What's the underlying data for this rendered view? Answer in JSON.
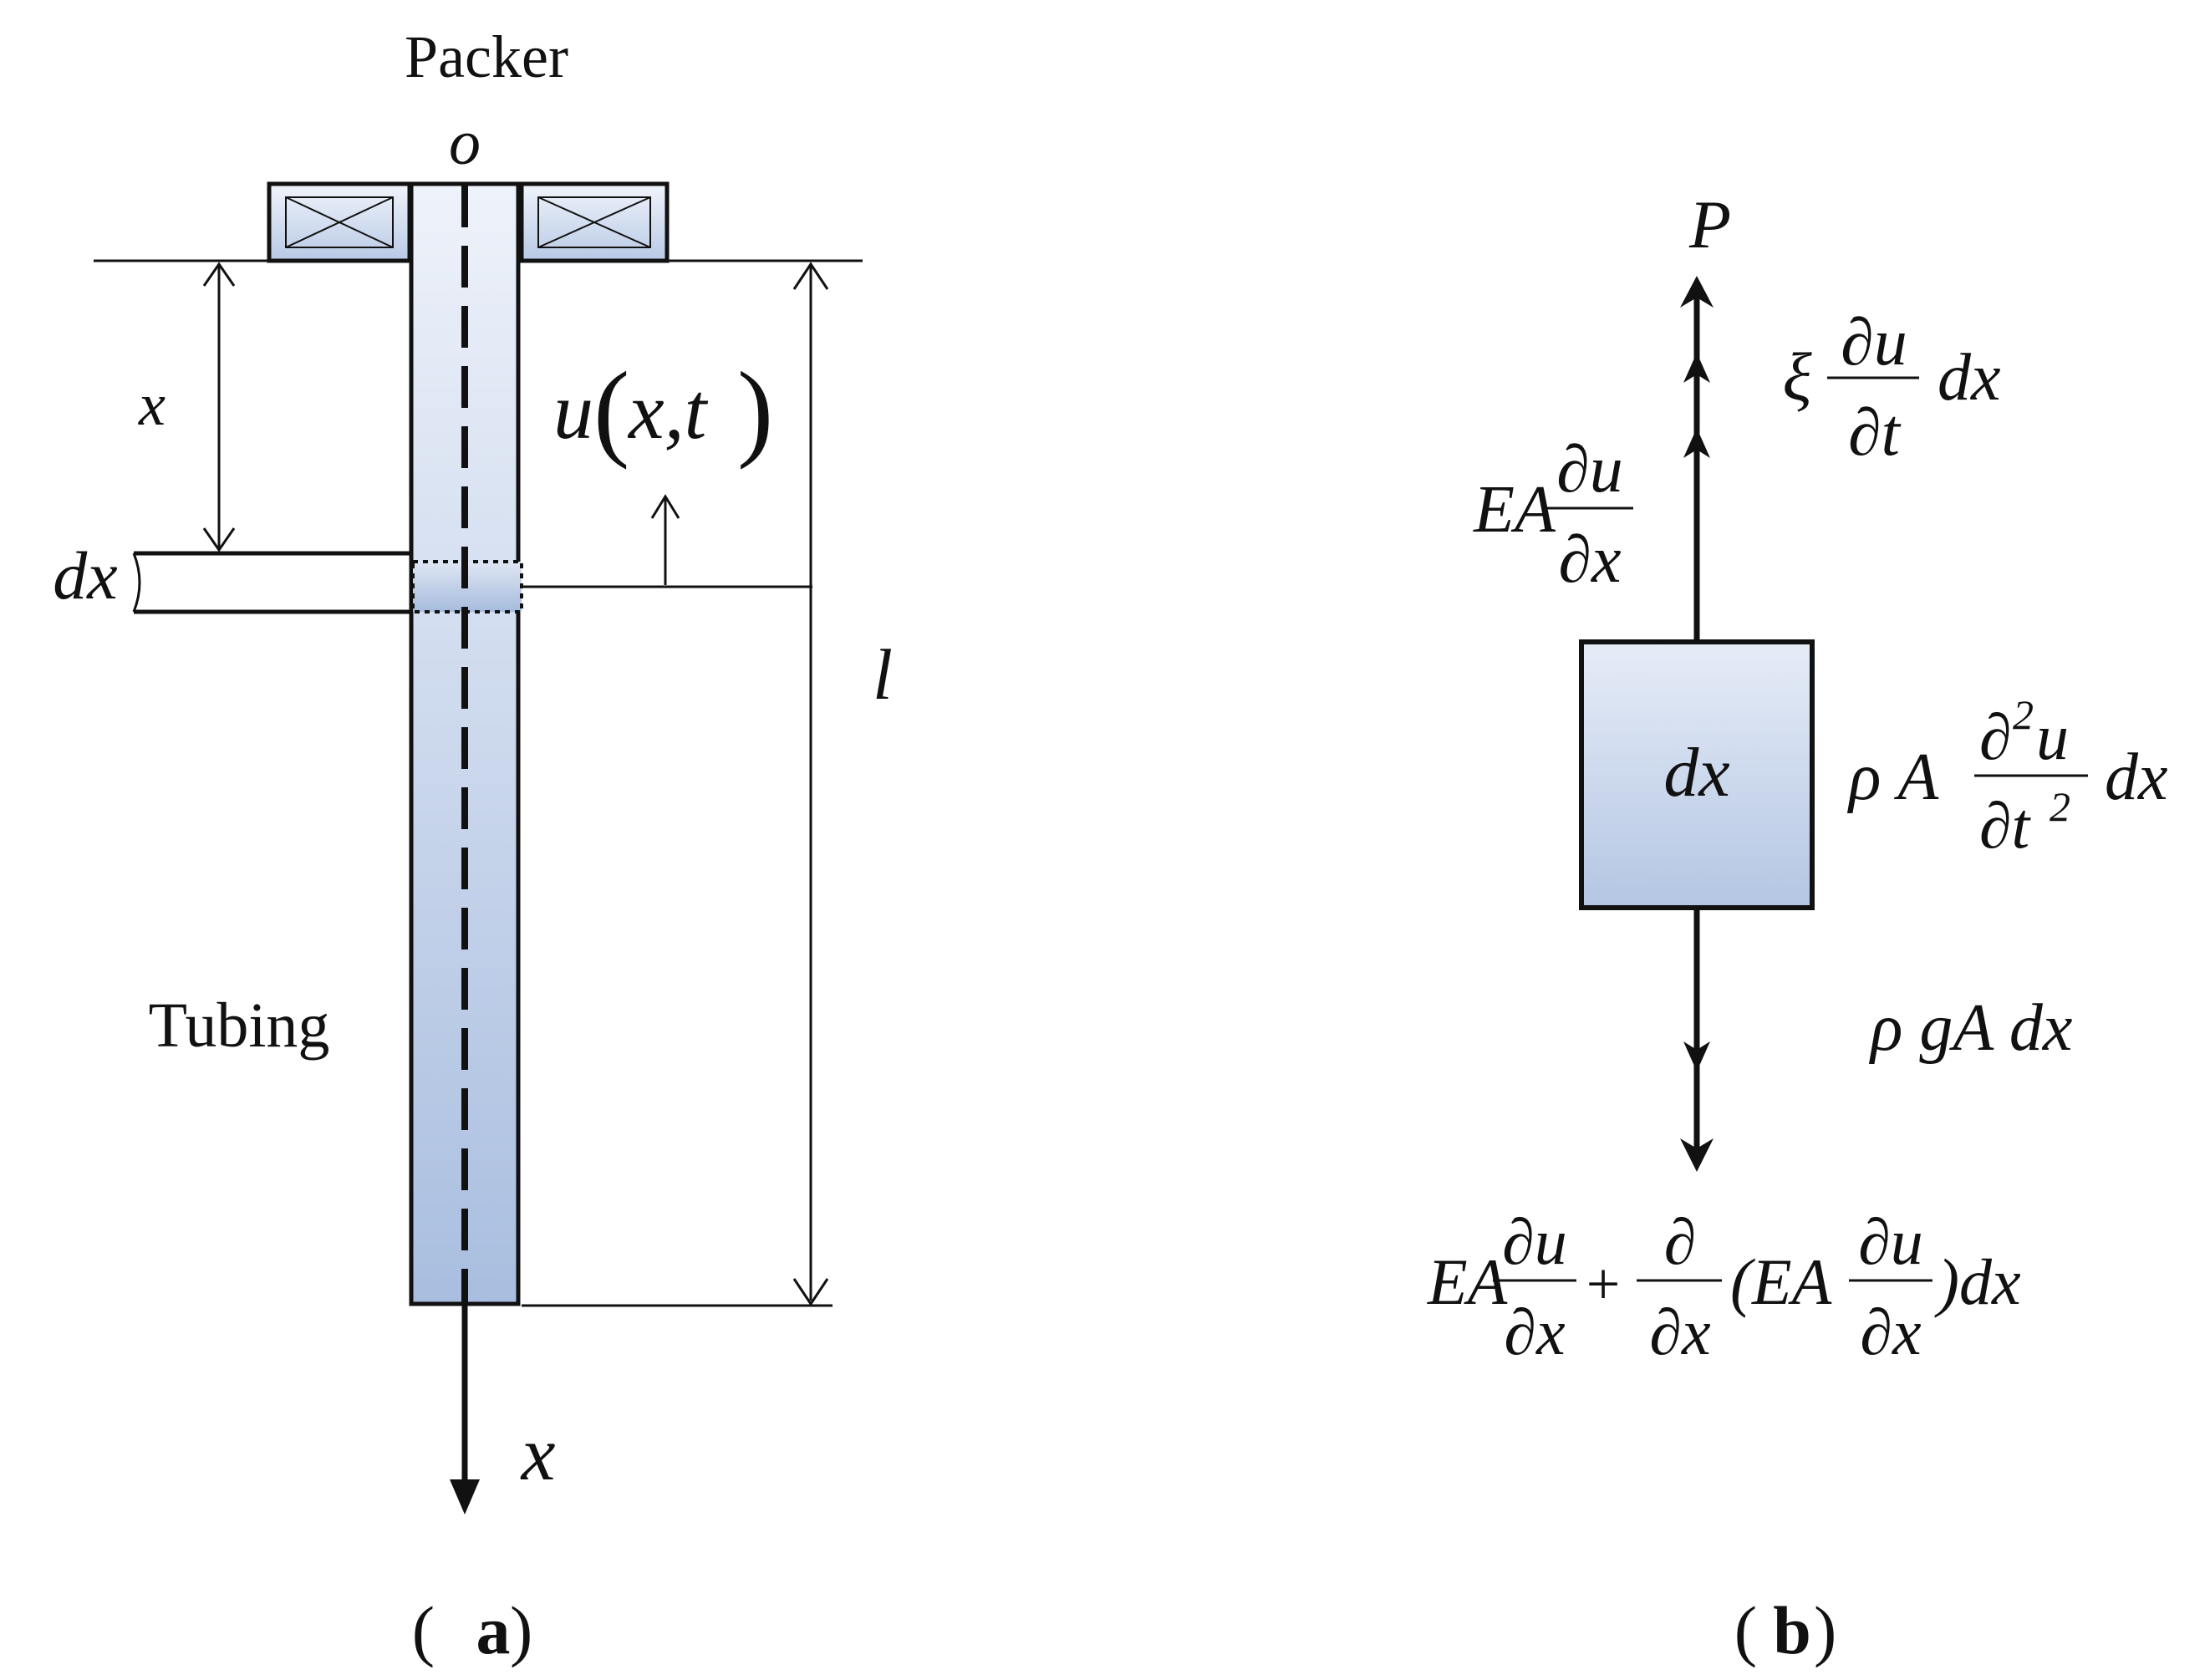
{
  "colors": {
    "stroke": "#111111",
    "fill_light": "#eef2fa",
    "fill_dark": "#a9bedf"
  },
  "panel_a": {
    "packer_label": "Packer",
    "origin_label": "o",
    "x_depth_label": "x",
    "displacement_label_fn": "u",
    "displacement_label_args": "x,t",
    "dx_label": "dx",
    "length_label": "l",
    "tubing_label": "Tubing",
    "axis_label": "x",
    "caption_letter": "a"
  },
  "panel_b": {
    "P_label": "P",
    "damping": {
      "coef": "ξ",
      "num": "∂u",
      "den": "∂t",
      "tail": "dx"
    },
    "axial_top": {
      "coef": "EA",
      "num": "∂u",
      "den": "∂x"
    },
    "element_label": "dx",
    "inertia": {
      "coef": "ρ A",
      "num_d": "∂",
      "num_sup": "2",
      "num_u": "u",
      "den_d": "∂t",
      "den_sup": "2",
      "tail": "dx"
    },
    "gravity": "ρ gA dx",
    "axial_bottom": {
      "coef": "EA",
      "num1": "∂u",
      "den1": "∂x",
      "plus": "+",
      "num2": "∂",
      "den2": "∂x",
      "open": "(EA",
      "num3": "∂u",
      "den3": "∂x",
      "close": ")dx"
    },
    "caption_letter": "b"
  }
}
